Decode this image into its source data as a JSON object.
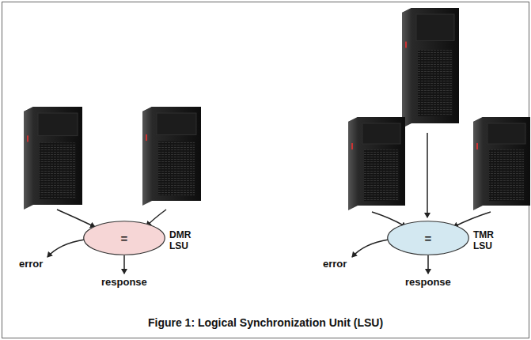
{
  "diagram": {
    "caption": "Figure 1: Logical Synchronization Unit (LSU)",
    "nodes": [
      {
        "text": [
          "=",
          "DMR LSU"
        ]
      },
      {
        "text": [
          "=",
          "TMR LSU"
        ]
      }
    ],
    "edges": [],
    "labels": [
      "error",
      "response",
      "error",
      "response"
    ]
  }
}
